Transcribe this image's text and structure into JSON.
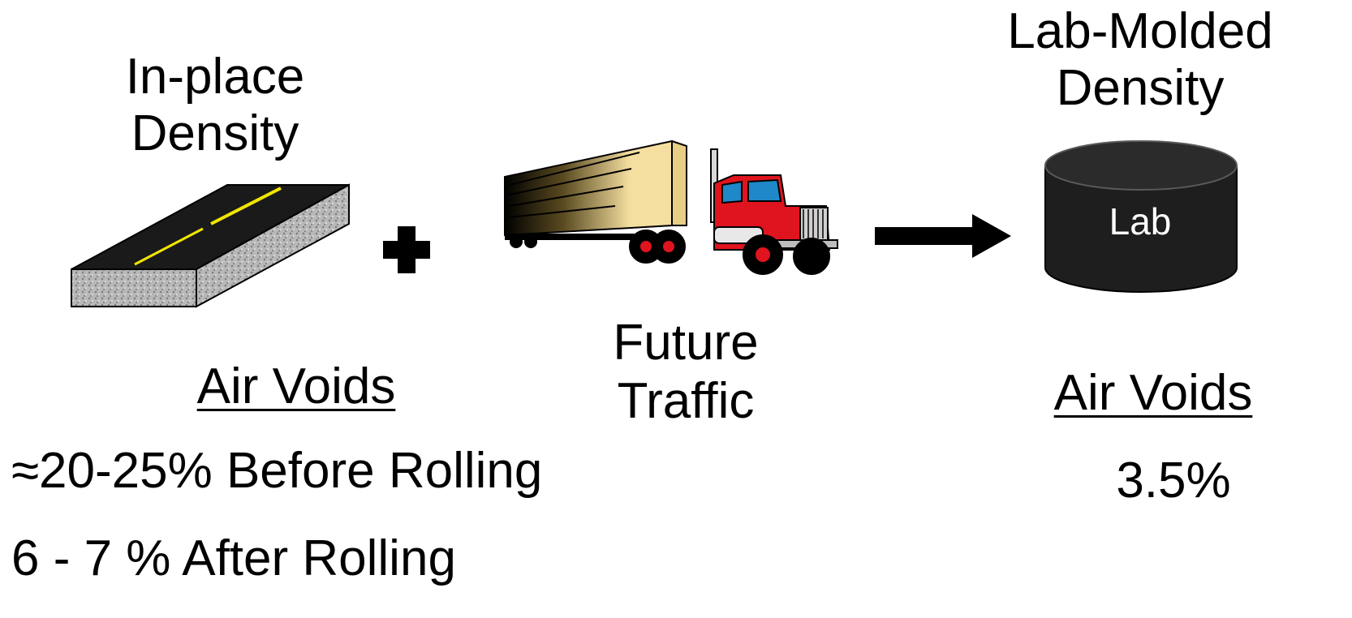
{
  "left": {
    "title_line1": "In-place",
    "title_line2": "Density",
    "voids_heading": "Air Voids",
    "before_rolling": "≈20-25% Before Rolling",
    "after_rolling": "6 - 7 % After Rolling"
  },
  "middle": {
    "label_line1": "Future",
    "label_line2": "Traffic"
  },
  "right": {
    "title_line1": "Lab-Molded",
    "title_line2": "Density",
    "cylinder_label": "Lab",
    "voids_heading": "Air Voids",
    "voids_value": "3.5%"
  },
  "colors": {
    "asphalt": "#1a1a1a",
    "lane_line": "#f2e600",
    "trailer": "#f5dfa0",
    "cab": "#e0141e",
    "cylinder": "#1e1e1e"
  }
}
